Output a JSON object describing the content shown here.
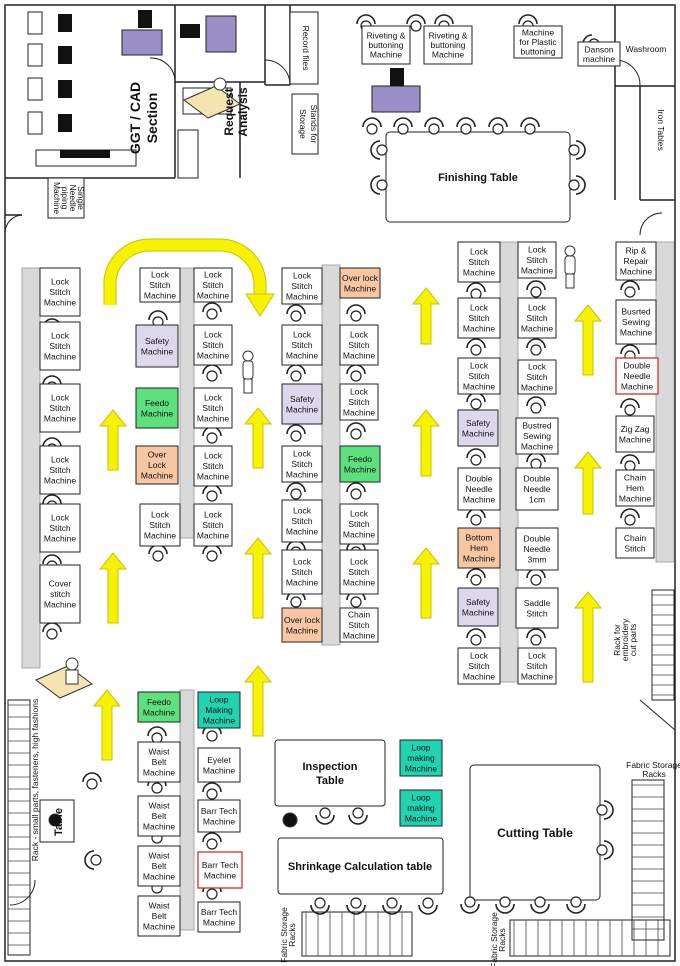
{
  "colors": {
    "plain": "#ffffff",
    "safety": "#ddd8ec",
    "feedo": "#5fe07f",
    "overlock": "#f7c6a3",
    "loop": "#1fd3b3",
    "arrow": "#f7f200",
    "arrowStroke": "#c9c200",
    "bar": "#d9d9d9",
    "purple": "#9b8fc7",
    "redBorder": "#d03030"
  },
  "rooms": {
    "gtt_cad": "GGT / CAD\nSection",
    "request": "Request\nAnalysis",
    "record": "Record files",
    "stands": "Stands for\nStorage",
    "washroom": "Washroom",
    "iron": "Iron Tables",
    "single_needle": "Single\nNeedle\npiping\nMachine",
    "finishing": "Finishing Table",
    "inspection": "Inspection\nTable",
    "shrinkage": "Shrinkage Calculation table",
    "cutting": "Cutting Table",
    "table": "Table",
    "rack_embroidery": "Rack for\nembroidery\ncut parts",
    "fabric_racks_right": "Fabric Storage\nRacks",
    "fabric_racks_bottom1": "Fabric Storage\nRacks",
    "fabric_racks_bottom2": "Fabric Storage\nRacks",
    "left_rack": "Rack - small parts, fasteners, high fashions"
  },
  "top_machines": [
    {
      "label": "Riveting &\nbuttoning\nMachine"
    },
    {
      "label": "Riveting &\nbuttoning\nMachine"
    },
    {
      "label": "Machine\nfor Plastic\nbuttoning"
    },
    {
      "label": "Danson\nmachine"
    }
  ],
  "machines": [
    {
      "label": "Lock\nStitch\nMachine",
      "kind": "plain"
    },
    {
      "label": "Lock\nStitch\nMachine",
      "kind": "plain"
    },
    {
      "label": "Lock\nStitch\nMachine",
      "kind": "plain"
    },
    {
      "label": "Lock\nStitch\nMachine",
      "kind": "plain"
    },
    {
      "label": "Lock\nStitch\nMachine",
      "kind": "plain"
    },
    {
      "label": "Cover\nstitch\nMachine",
      "kind": "plain"
    },
    {
      "label": "Lock\nStitch\nMachine",
      "kind": "plain"
    },
    {
      "label": "Safety\nMachine",
      "kind": "safety"
    },
    {
      "label": "Feedo\nMachine",
      "kind": "feedo"
    },
    {
      "label": "Over\nLock\nMachine",
      "kind": "overlock"
    },
    {
      "label": "Lock\nStitch\nMachine",
      "kind": "plain"
    },
    {
      "label": "Lock\nStitch\nMachine",
      "kind": "plain"
    },
    {
      "label": "Lock\nStitch\nMachine",
      "kind": "plain"
    },
    {
      "label": "Lock\nStitch\nMachine",
      "kind": "plain"
    },
    {
      "label": "Lock\nStitch\nMachine",
      "kind": "plain"
    },
    {
      "label": "Lock\nStitch\nMachine",
      "kind": "plain"
    },
    {
      "label": "Lock\nStitch\nMachine",
      "kind": "plain"
    },
    {
      "label": "Lock\nStitch\nMachine",
      "kind": "plain"
    },
    {
      "label": "Safety\nMachine",
      "kind": "safety"
    },
    {
      "label": "Lock\nStitch\nMachine",
      "kind": "plain"
    },
    {
      "label": "Lock\nStitch\nMachine",
      "kind": "plain"
    },
    {
      "label": "Lock\nStitch\nMachine",
      "kind": "plain"
    },
    {
      "label": "Over lock\nMachine",
      "kind": "overlock"
    },
    {
      "label": "Over lock\nMachine",
      "kind": "overlock"
    },
    {
      "label": "Lock\nStitch\nMachine",
      "kind": "plain"
    },
    {
      "label": "Lock\nStitch\nMachine",
      "kind": "plain"
    },
    {
      "label": "Feedo\nMachine",
      "kind": "feedo"
    },
    {
      "label": "Lock\nStitch\nMachine",
      "kind": "plain"
    },
    {
      "label": "Lock\nStitch\nMachine",
      "kind": "plain"
    },
    {
      "label": "Chain\nStitch\nMachine",
      "kind": "plain"
    },
    {
      "label": "Lock\nStitch\nMachine",
      "kind": "plain"
    },
    {
      "label": "Lock\nStitch\nMachine",
      "kind": "plain"
    },
    {
      "label": "Lock\nStitch\nMachine",
      "kind": "plain"
    },
    {
      "label": "Safety\nMachine",
      "kind": "safety"
    },
    {
      "label": "Double\nNeedle\nMachine",
      "kind": "plain"
    },
    {
      "label": "Bottom\nHem\nMachine",
      "kind": "overlock"
    },
    {
      "label": "Safety\nMachine",
      "kind": "safety"
    },
    {
      "label": "Lock\nStitch\nMachine",
      "kind": "plain"
    },
    {
      "label": "Lock\nStitch\nMachine",
      "kind": "plain"
    },
    {
      "label": "Lock\nStitch\nMachine",
      "kind": "plain"
    },
    {
      "label": "Lock\nStitch\nMachine",
      "kind": "plain"
    },
    {
      "label": "Bustred\nSewing\nMachine",
      "kind": "plain"
    },
    {
      "label": "Double\nNeedle\n1cm",
      "kind": "plain"
    },
    {
      "label": "Double\nNeedle\n3mm",
      "kind": "plain"
    },
    {
      "label": "Saddle\nStitch",
      "kind": "plain"
    },
    {
      "label": "Lock\nStitch\nMachine",
      "kind": "plain"
    },
    {
      "label": "Rip &\nRepair\nMachine",
      "kind": "plain"
    },
    {
      "label": "Busrted\nSewing\nMachine",
      "kind": "plain"
    },
    {
      "label": "Double\nNeedle\nMachine",
      "kind": "plain",
      "red": true
    },
    {
      "label": "Zig Zag\nMachine",
      "kind": "plain"
    },
    {
      "label": "Chain\nHem\nMachine",
      "kind": "plain"
    },
    {
      "label": "Chain\nStitch",
      "kind": "plain"
    },
    {
      "label": "Feedo\nMachine",
      "kind": "feedo"
    },
    {
      "label": "Waist\nBelt\nMachine",
      "kind": "plain"
    },
    {
      "label": "Waist\nBelt\nMachine",
      "kind": "plain"
    },
    {
      "label": "Waist\nBelt\nMachine",
      "kind": "plain"
    },
    {
      "label": "Waist\nBelt\nMachine",
      "kind": "plain"
    },
    {
      "label": "Loop\nMaking\nMachine",
      "kind": "loop"
    },
    {
      "label": "Eyelet\nMachine",
      "kind": "plain"
    },
    {
      "label": "Barr Tech\nMachine",
      "kind": "plain"
    },
    {
      "label": "Barr Tech\nMachine",
      "kind": "plain",
      "red": true
    },
    {
      "label": "Barr Tech\nMachine",
      "kind": "plain"
    },
    {
      "label": "Loop\nmaking\nMachine",
      "kind": "loop"
    },
    {
      "label": "Loop\nmaking\nMachine",
      "kind": "loop"
    }
  ]
}
